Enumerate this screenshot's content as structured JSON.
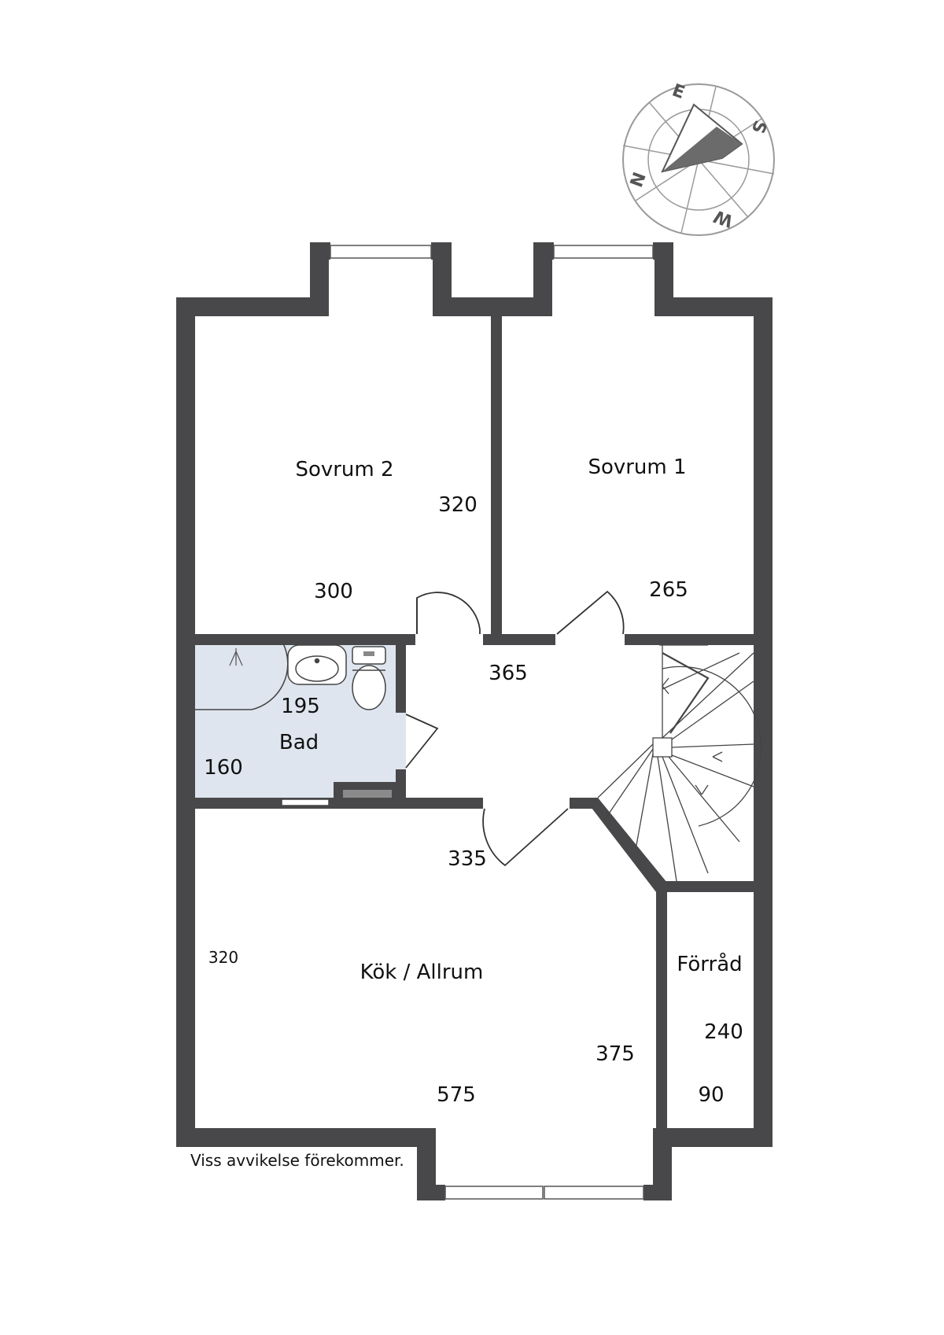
{
  "colors": {
    "wall": "#48484a",
    "bathroom_fill": "#dfe5ee",
    "line": "#333333",
    "compass_line": "#9a9a9a",
    "compass_needle": "#6b6b6b"
  },
  "compass": {
    "icon": "compass-rose-icon",
    "letters": {
      "n": "N",
      "e": "E",
      "s": "S",
      "w": "W"
    }
  },
  "rooms": {
    "sovrum2": {
      "name": "Sovrum 2",
      "dim_a": "320",
      "dim_b": "300"
    },
    "sovrum1": {
      "name": "Sovrum 1",
      "dim_a": "265"
    },
    "hall": {
      "dim_a": "365",
      "dim_b": "335"
    },
    "bad": {
      "name": "Bad",
      "dim_a": "195",
      "dim_b": "160"
    },
    "kok": {
      "name": "Kök / Allrum",
      "dim_a": "320",
      "dim_b": "375",
      "dim_c": "575"
    },
    "forrad": {
      "name": "Förråd",
      "dim_a": "240",
      "dim_b": "90"
    }
  },
  "note": "Viss avvikelse förekommer."
}
